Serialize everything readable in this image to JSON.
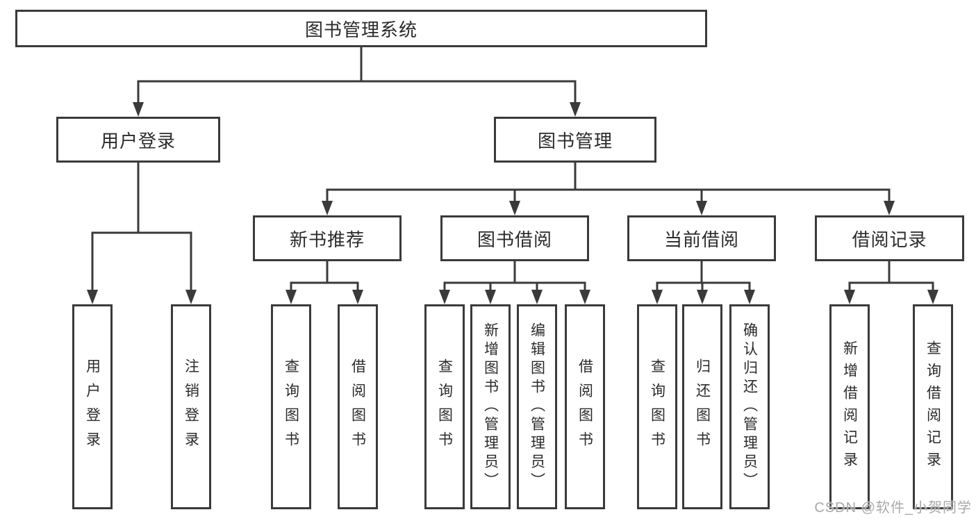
{
  "colors": {
    "line": "#3a3a3a",
    "text": "#2b2b2b",
    "background": "#ffffff",
    "watermark": "#a9a9a9"
  },
  "tree": {
    "root": {
      "label": "图书管理系统",
      "children": [
        {
          "label": "用户登录",
          "children": [
            {
              "label": "用户登录"
            },
            {
              "label": "注销登录"
            }
          ]
        },
        {
          "label": "图书管理",
          "children": [
            {
              "label": "新书推荐",
              "children": [
                {
                  "label": "查询图书"
                },
                {
                  "label": "借阅图书"
                }
              ]
            },
            {
              "label": "图书借阅",
              "children": [
                {
                  "label": "查询图书"
                },
                {
                  "label": "新增图书（管理员）"
                },
                {
                  "label": "编辑图书（管理员）"
                },
                {
                  "label": "借阅图书"
                }
              ]
            },
            {
              "label": "当前借阅",
              "children": [
                {
                  "label": "查询图书"
                },
                {
                  "label": "归还图书"
                },
                {
                  "label": "确认归还（管理员）"
                }
              ]
            },
            {
              "label": "借阅记录",
              "children": [
                {
                  "label": "新增借阅记录"
                },
                {
                  "label": "查询借阅记录"
                }
              ]
            }
          ]
        }
      ]
    }
  },
  "watermark": {
    "text": "CSDN @软件_小贺同学"
  }
}
